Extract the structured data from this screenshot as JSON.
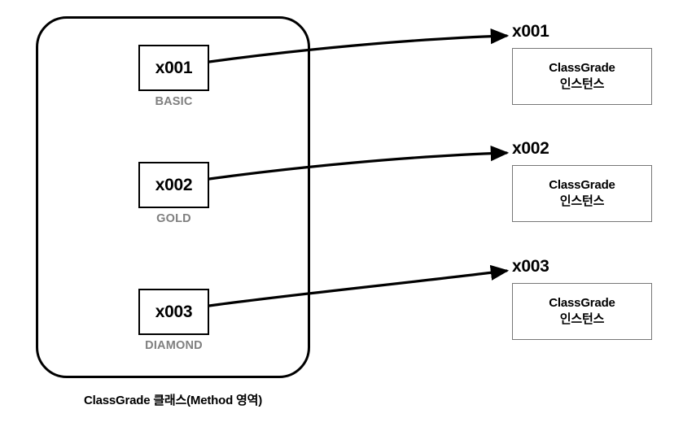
{
  "diagram": {
    "title": "ClassGrade static instances in method area pointing to heap instances",
    "colors": {
      "outline": "#000000",
      "label_gray": "#7f7f7f",
      "heap_border": "#777777",
      "background": "#ffffff"
    }
  },
  "method_area": {
    "caption": "ClassGrade 클래스(Method 영역)",
    "slots": [
      {
        "address": "x001",
        "constant_name": "BASIC"
      },
      {
        "address": "x002",
        "constant_name": "GOLD"
      },
      {
        "address": "x003",
        "constant_name": "DIAMOND"
      }
    ]
  },
  "heap": {
    "instances": [
      {
        "address": "x001",
        "class_name": "ClassGrade",
        "kind": "인스턴스"
      },
      {
        "address": "x002",
        "class_name": "ClassGrade",
        "kind": "인스턴스"
      },
      {
        "address": "x003",
        "class_name": "ClassGrade",
        "kind": "인스턴스"
      }
    ]
  },
  "arrows": [
    {
      "from": "x001",
      "to": "x001",
      "label": ""
    },
    {
      "from": "x002",
      "to": "x002",
      "label": ""
    },
    {
      "from": "x003",
      "to": "x003",
      "label": ""
    }
  ]
}
